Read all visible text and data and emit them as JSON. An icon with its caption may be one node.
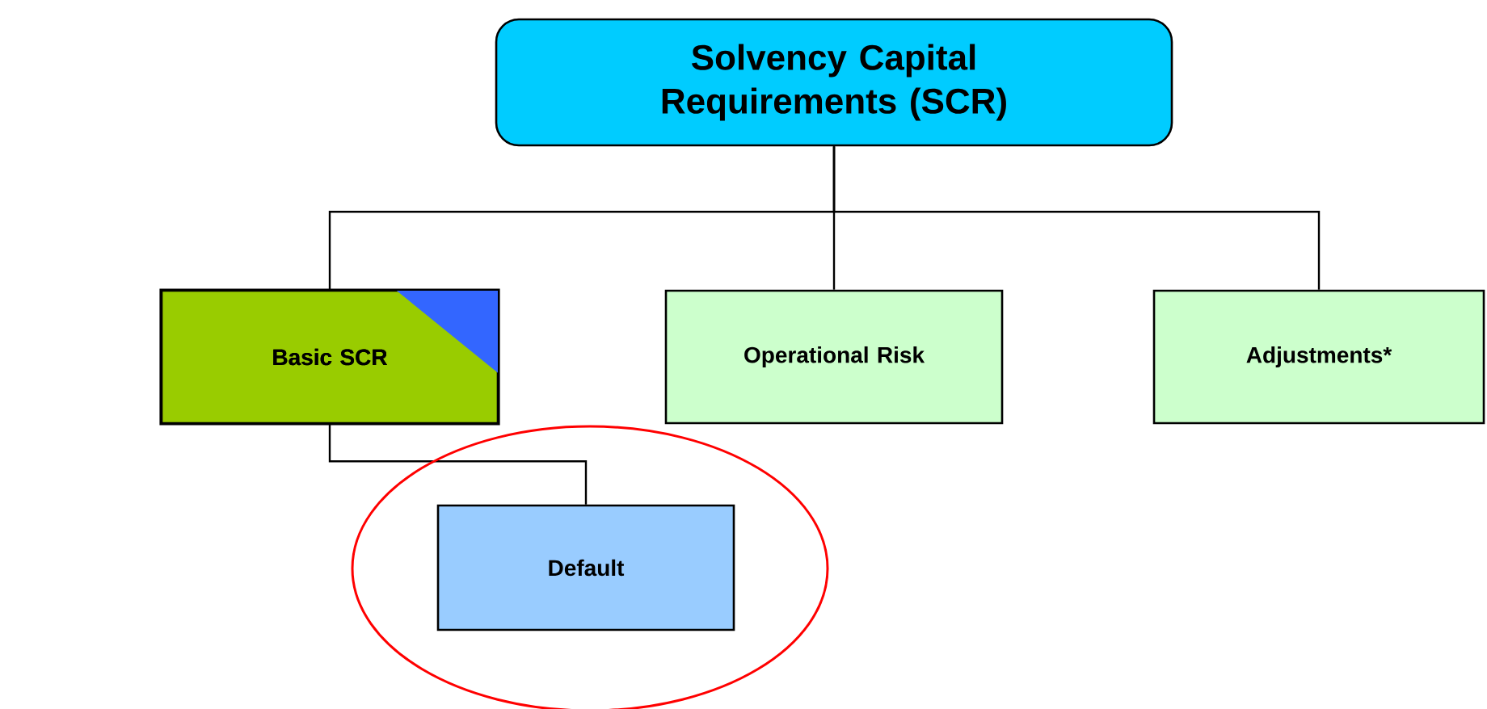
{
  "diagram": {
    "nodes": [
      {
        "text": [
          "Solvency Capital Requirements (SCR)"
        ]
      },
      {
        "text": [
          "Basic SCR"
        ]
      },
      {
        "text": [
          "Operational Risk"
        ]
      },
      {
        "text": [
          "Adjustments*"
        ]
      },
      {
        "text": [
          "Default"
        ]
      }
    ],
    "edges": [
      {
        "from": 0,
        "to": 1,
        "arrow": "none"
      },
      {
        "from": 0,
        "to": 2,
        "arrow": "none"
      },
      {
        "from": 0,
        "to": 3,
        "arrow": "none"
      },
      {
        "from": 1,
        "to": 4,
        "arrow": "none"
      }
    ]
  }
}
